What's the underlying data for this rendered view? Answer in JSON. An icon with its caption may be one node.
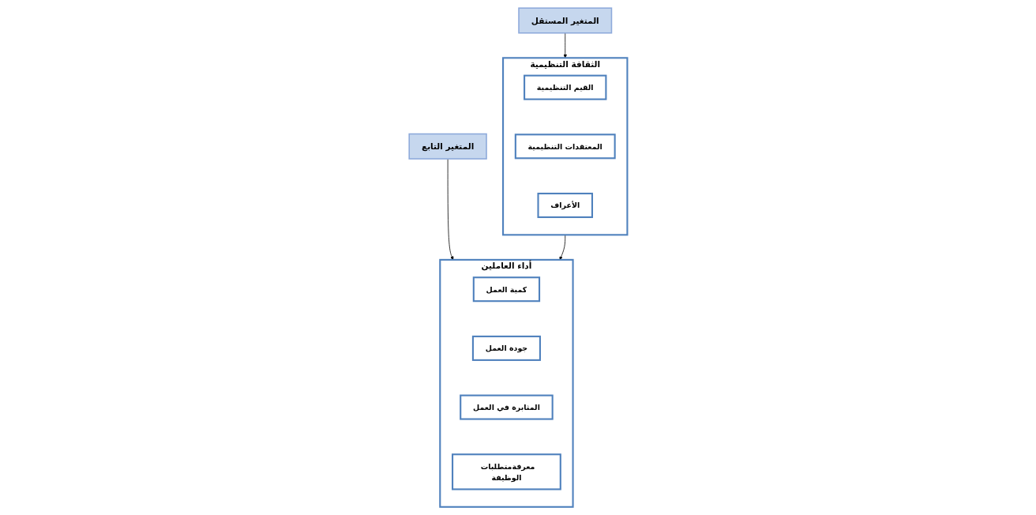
{
  "diagram": {
    "nodes": [
      {
        "text": [
          "المتغير المستقل"
        ]
      },
      {
        "text": [
          "المتغير التابع"
        ]
      },
      {
        "text": [
          "الثقافة التنظيمية"
        ]
      },
      {
        "text": [
          "القيم التنظيمية"
        ],
        "in": 2
      },
      {
        "text": [
          "المعتقدات التنظيمية"
        ],
        "in": 2
      },
      {
        "text": [
          "الأعراف"
        ],
        "in": 2
      },
      {
        "text": [
          "أداء العاملين"
        ]
      },
      {
        "text": [
          "كمية العمل"
        ],
        "in": 6
      },
      {
        "text": [
          "جودة العمل"
        ],
        "in": 6
      },
      {
        "text": [
          "المثابرة في العمل"
        ],
        "in": 6
      },
      {
        "text": [
          "معرفةمتطلبات الوظيفة"
        ],
        "in": 6
      }
    ],
    "edges": [
      {
        "from": 0,
        "to": 2,
        "arrow": "to"
      },
      {
        "from": 1,
        "to": 6,
        "arrow": "to"
      },
      {
        "from": 2,
        "to": 6,
        "arrow": "to"
      }
    ]
  }
}
